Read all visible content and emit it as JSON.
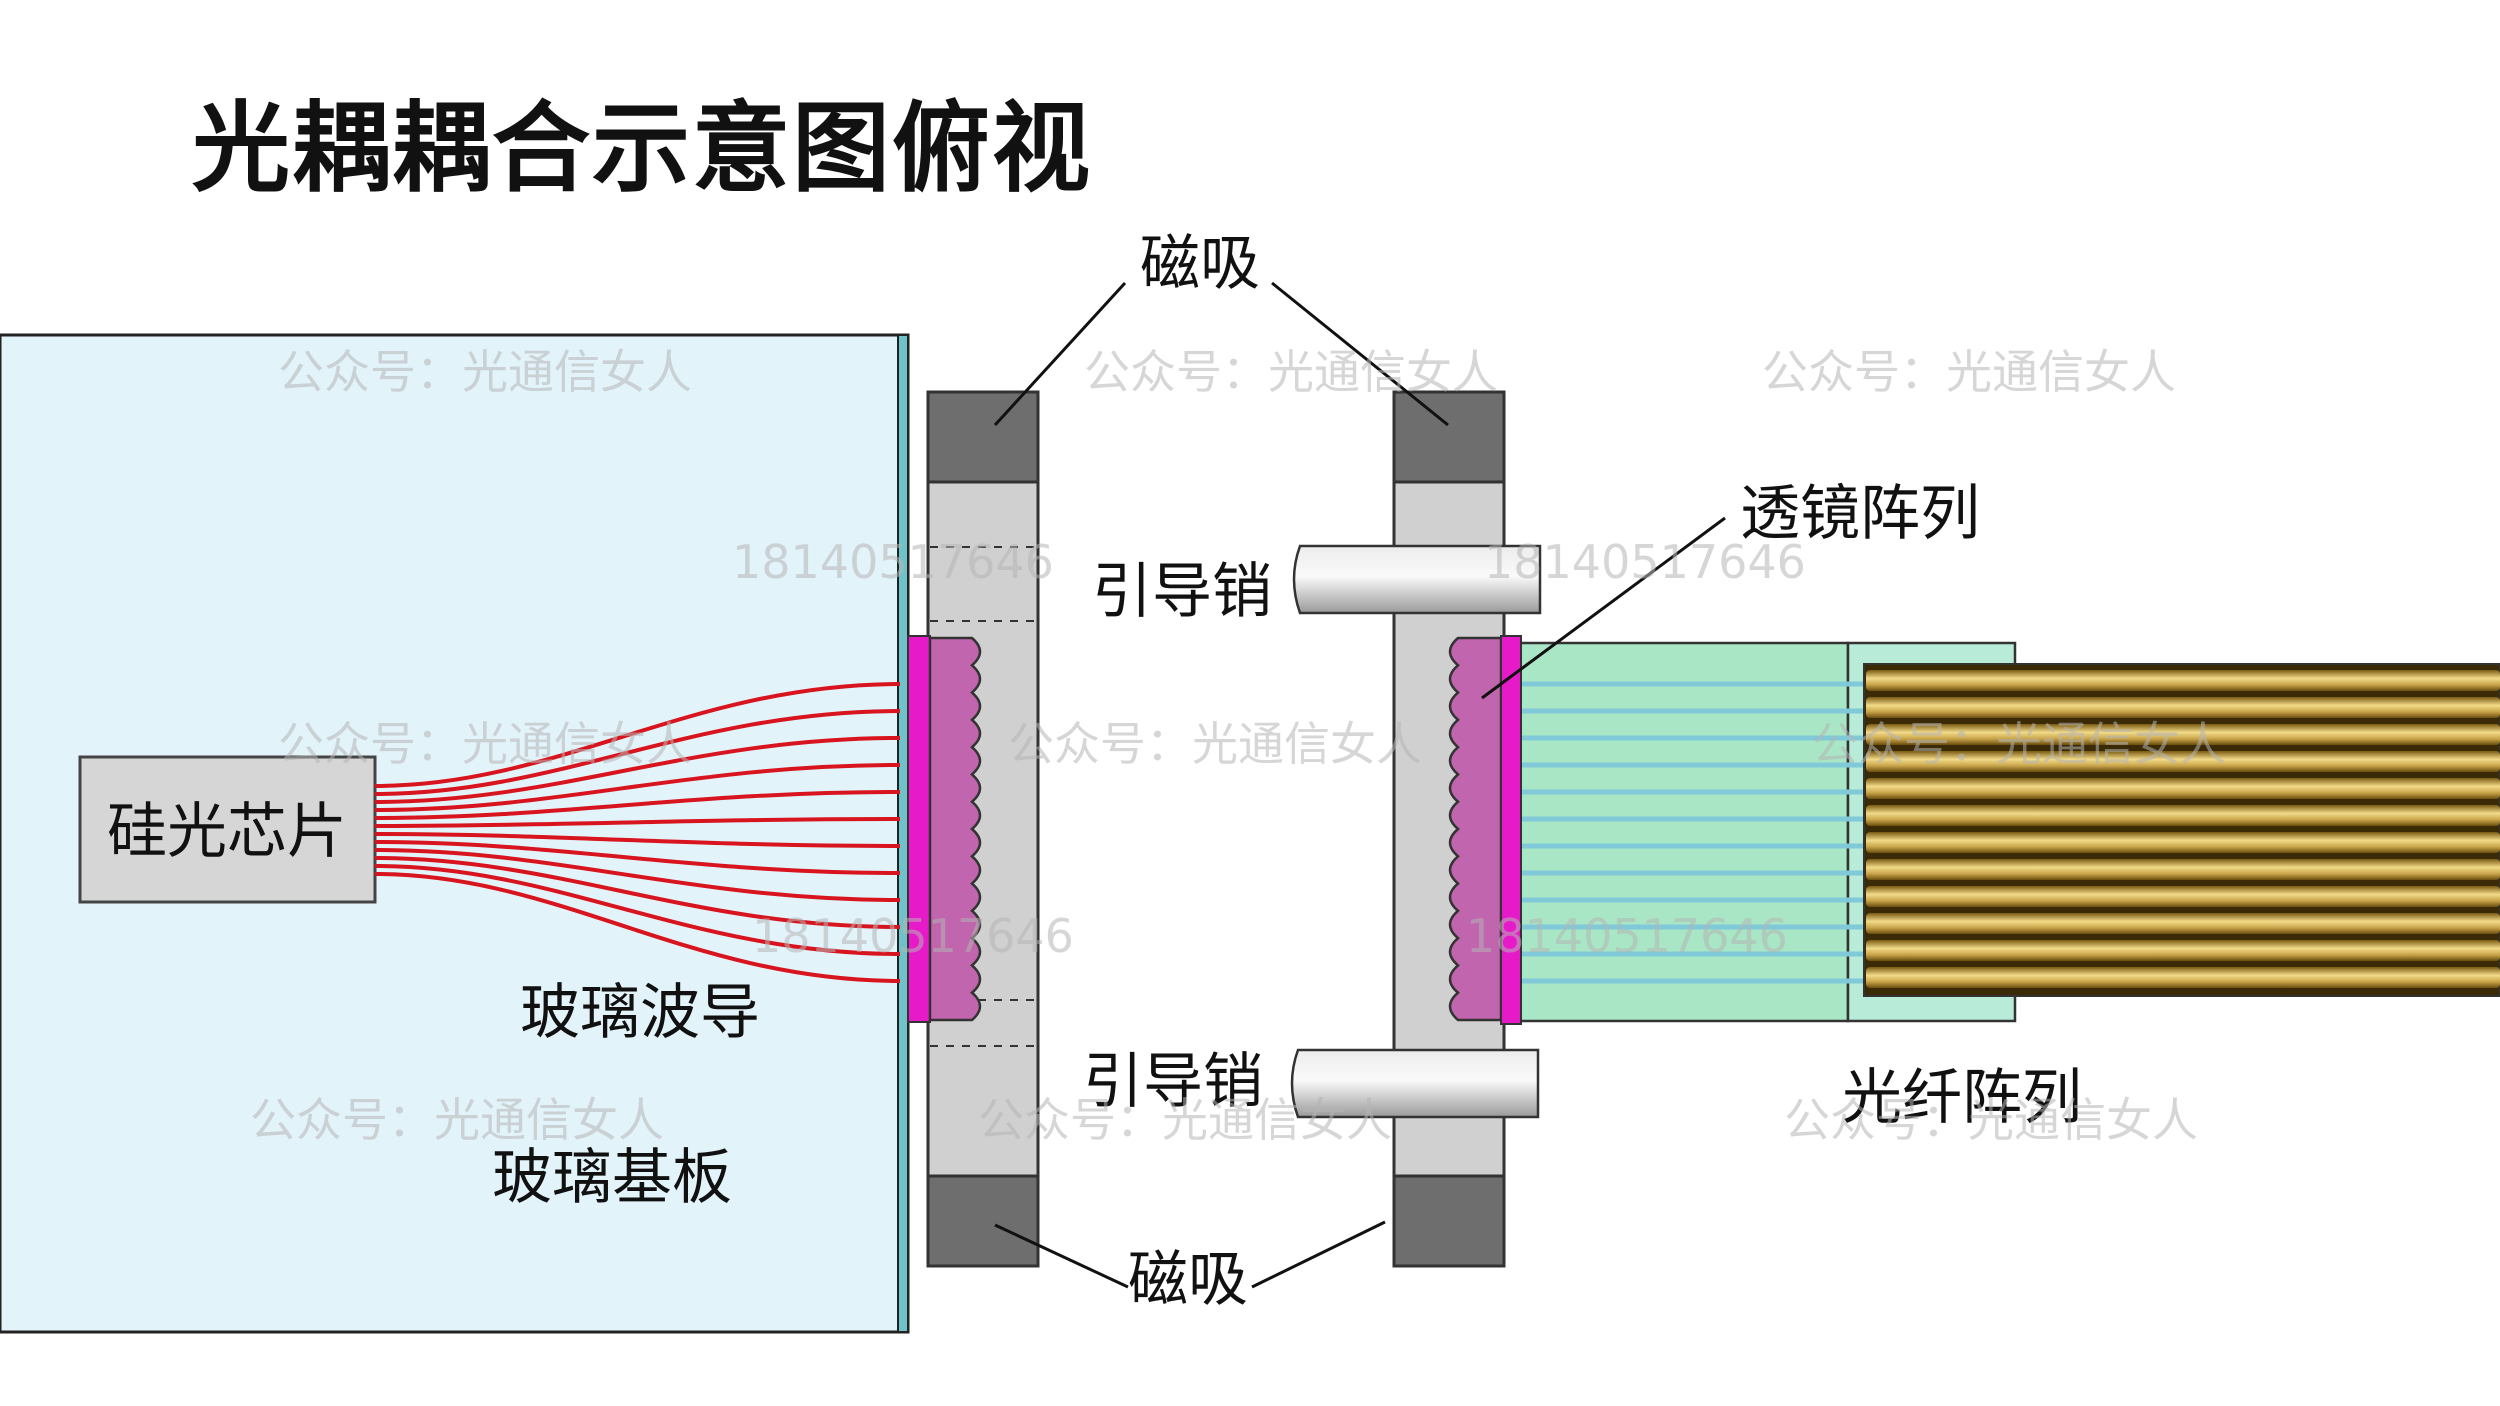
{
  "title": "光耦耦合示意图俯视",
  "labels": {
    "chip": "硅光芯片",
    "waveguide": "玻璃波导",
    "substrate": "玻璃基板",
    "magnet_top": "磁吸",
    "magnet_bottom": "磁吸",
    "guide_pin_top": "引导销",
    "guide_pin_bottom": "引导销",
    "lens_array": "透镜阵列",
    "fiber_array": "光纤阵列"
  },
  "watermarks": {
    "account": "公众号：光通信女人",
    "phone": "18140517646"
  },
  "colors": {
    "substrate": "#E3F3FA",
    "chip": "#D6D6D6",
    "waveguide_line": "#D8141E",
    "lens_pink": "#C065AE",
    "lens_edge": "#E61AC8",
    "flange": "#D0D0D0",
    "magnet": "#6E6E6E",
    "ferrule": "#A8E6C6",
    "fiber_gold": "#C9A54A",
    "fiber_channel": "#7FC9D8"
  }
}
